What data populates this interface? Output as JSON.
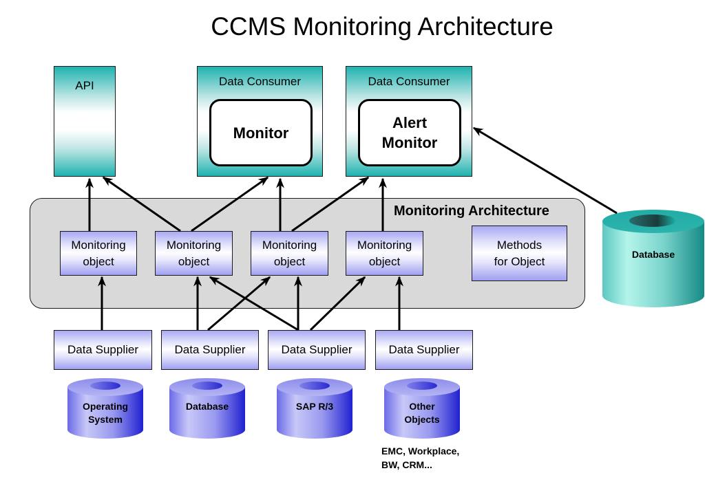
{
  "title": "CCMS Monitoring Architecture",
  "consumers": [
    {
      "label": "API",
      "inner": ""
    },
    {
      "label": "Data Consumer",
      "inner": "Monitor"
    },
    {
      "label": "Data Consumer",
      "inner_lines": [
        "Alert",
        "Monitor"
      ]
    }
  ],
  "architecture": {
    "title": "Monitoring Architecture",
    "monitoring_objects": [
      {
        "line1": "Monitoring",
        "line2": "object"
      },
      {
        "line1": "Monitoring",
        "line2": "object"
      },
      {
        "line1": "Monitoring",
        "line2": "object"
      },
      {
        "line1": "Monitoring",
        "line2": "object"
      }
    ],
    "methods": {
      "line1": "Methods",
      "line2": "for Object"
    }
  },
  "suppliers": [
    "Data Supplier",
    "Data Supplier",
    "Data Supplier",
    "Data Supplier"
  ],
  "sources": [
    {
      "line1": "Operating",
      "line2": "System"
    },
    {
      "line1": "Database",
      "line2": ""
    },
    {
      "line1": "SAP R/3",
      "line2": ""
    },
    {
      "line1": "Other",
      "line2": "Objects"
    }
  ],
  "other_objects_note": {
    "line1": "EMC, Workplace,",
    "line2": "BW, CRM..."
  },
  "external_database": {
    "label": "Database"
  },
  "colors": {
    "teal": "#1fb3b0",
    "blue_box": "#a9a9f4",
    "cylinder_blue": "#2a2ad6",
    "cylinder_teal": "#1a9e98",
    "panel_gray": "#d9d9d9"
  },
  "connections": [
    {
      "from": "monitoring-object-1",
      "to": "api"
    },
    {
      "from": "monitoring-object-2",
      "to": "api"
    },
    {
      "from": "monitoring-object-2",
      "to": "monitor"
    },
    {
      "from": "monitoring-object-3",
      "to": "monitor"
    },
    {
      "from": "monitoring-object-3",
      "to": "alert-monitor"
    },
    {
      "from": "monitoring-object-4",
      "to": "alert-monitor"
    },
    {
      "from": "external-database",
      "to": "alert-monitor"
    },
    {
      "from": "data-supplier-1",
      "to": "monitoring-object-1"
    },
    {
      "from": "data-supplier-2",
      "to": "monitoring-object-2"
    },
    {
      "from": "data-supplier-2",
      "to": "monitoring-object-3"
    },
    {
      "from": "data-supplier-3",
      "to": "monitoring-object-2"
    },
    {
      "from": "data-supplier-3",
      "to": "monitoring-object-3"
    },
    {
      "from": "data-supplier-3",
      "to": "monitoring-object-4"
    },
    {
      "from": "data-supplier-4",
      "to": "monitoring-object-4"
    }
  ]
}
